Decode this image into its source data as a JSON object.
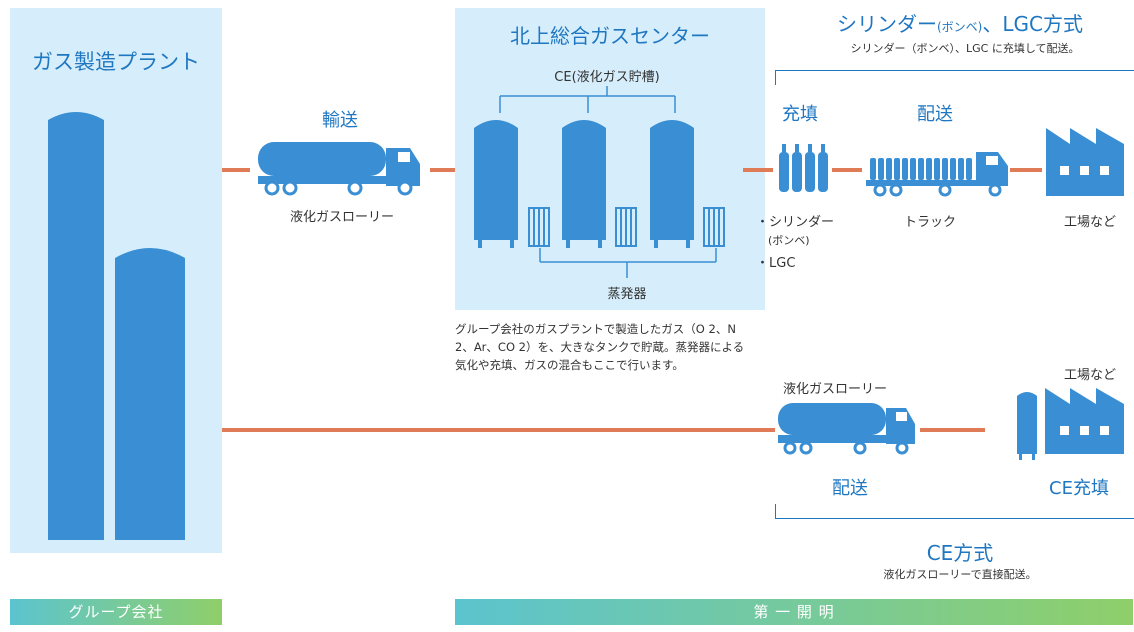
{
  "plant": {
    "title": "ガス製造プラント"
  },
  "center": {
    "title": "北上総合ガスセンター",
    "ce_label": "CE(液化ガス貯槽)",
    "evaporator_label": "蒸発器",
    "description": "グループ会社のガスプラントで製造したガス（O 2、N 2、Ar、CO 2）を、大きなタンクで貯蔵。蒸発器による気化や充填、ガスの混合もここで行います。"
  },
  "transport": {
    "title": "輸送",
    "lorry_label": "液化ガスローリー"
  },
  "cylinder_method": {
    "title_main": "シリンダー",
    "title_small": "(ボンベ)",
    "title_suffix": "、LGC方式",
    "subtitle": "シリンダー（ボンベ）、LGC に充填して配送。",
    "fill_label": "充填",
    "delivery_label": "配送",
    "cylinder_item": "・シリンダー",
    "cylinder_sub": "(ボンベ)",
    "lgc_item": "・LGC",
    "truck_label": "トラック",
    "factory_label": "工場など"
  },
  "ce_method": {
    "lorry_label": "液化ガスローリー",
    "factory_label": "工場など",
    "delivery_label": "配送",
    "ce_fill_label": "CE充填",
    "title": "CE方式",
    "subtitle": "液化ガスローリーで直接配送。"
  },
  "footer": {
    "left": "グループ会社",
    "right": "第 一 開 明"
  },
  "colors": {
    "primary": "#3a8fd4",
    "dark_blue": "#1f77c2",
    "line": "#e07b58",
    "panel": "#d6eefb"
  },
  "icons": [
    "storage-tank-icon",
    "tank-lorry-icon",
    "evaporator-icon",
    "gas-cylinder-icon",
    "cylinder-truck-icon",
    "factory-icon"
  ]
}
